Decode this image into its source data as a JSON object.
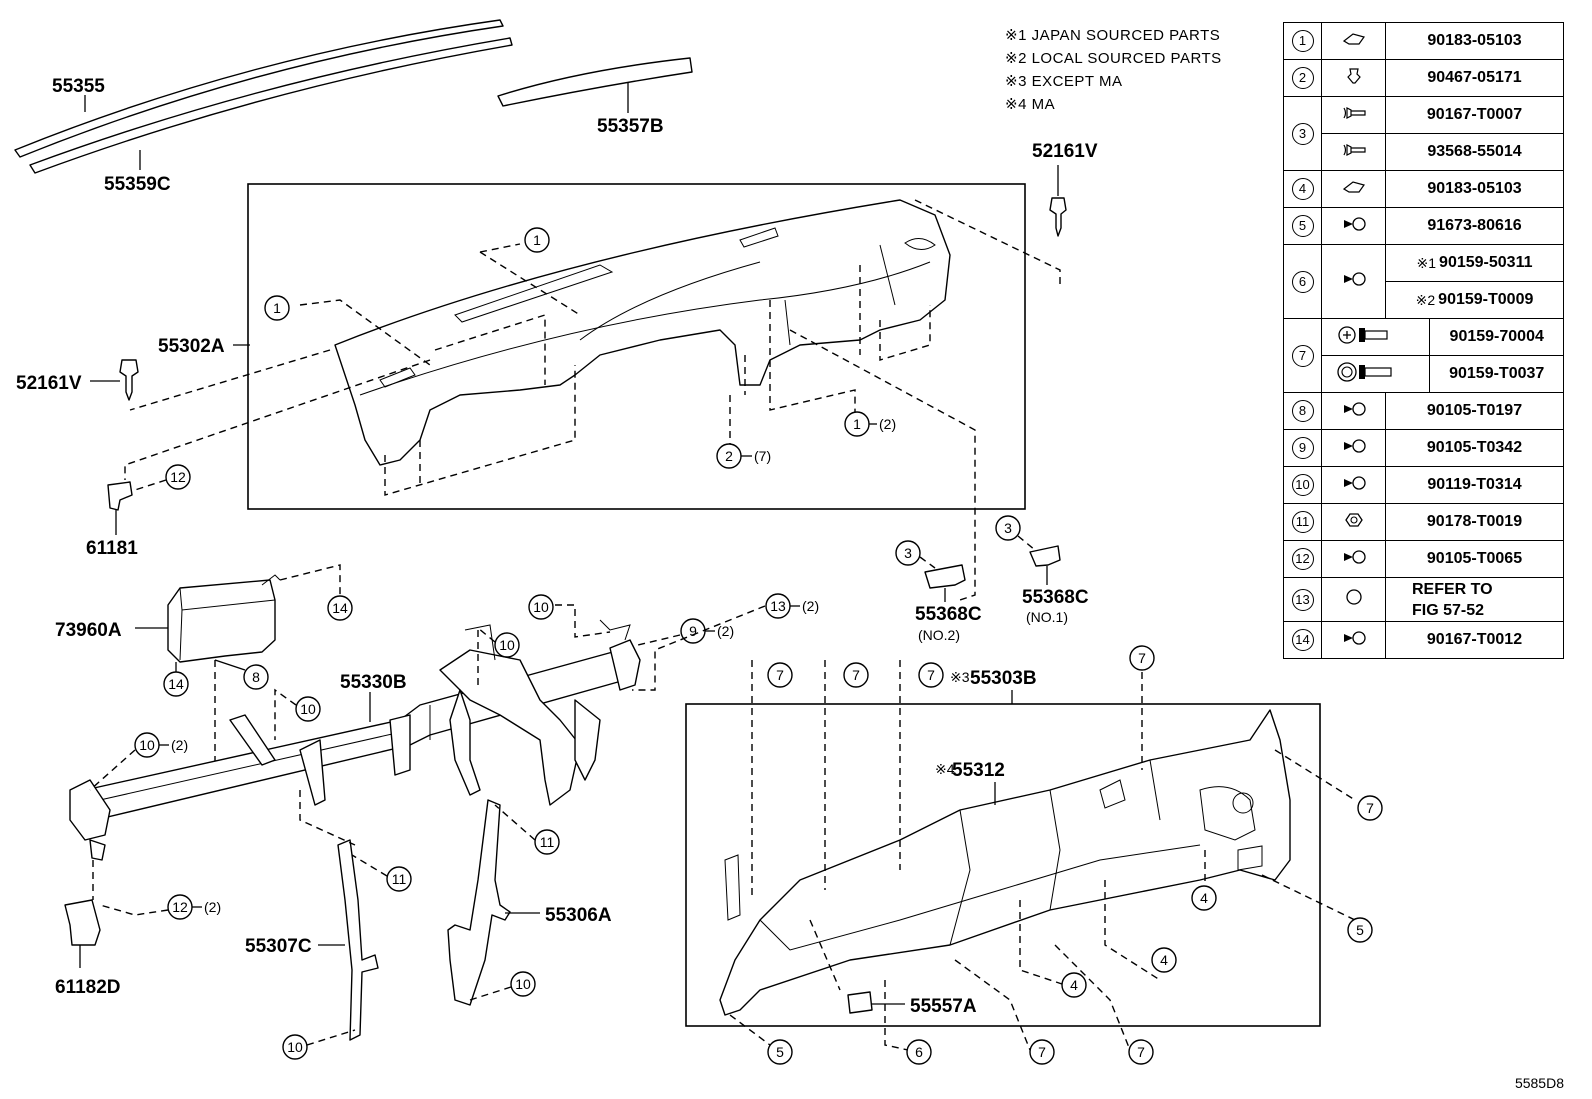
{
  "notes": [
    "※1  JAPAN SOURCED PARTS",
    "※2  LOCAL SOURCED PARTS",
    "※3  EXCEPT MA",
    "※4  MA"
  ],
  "labels": {
    "p55355": "55355",
    "p55359C": "55359C",
    "p55357B": "55357B",
    "p52161V_right": "52161V",
    "p52161V_left": "52161V",
    "p55302A": "55302A",
    "p61181": "61181",
    "p55368C_no2": "55368C",
    "p55368C_no2_sub": "(NO.2)",
    "p55368C_no1": "55368C",
    "p55368C_no1_sub": "(NO.1)",
    "p73960A": "73960A",
    "p55330B": "55330B",
    "p55303B": "55303B",
    "p55303B_mark": "※3",
    "p55312": "55312",
    "p55312_mark": "※4",
    "p55306A": "55306A",
    "p55307C": "55307C",
    "p61182D": "61182D",
    "p55557A": "55557A"
  },
  "callouts": {
    "one": "1",
    "two": "2",
    "three": "3",
    "four": "4",
    "five": "5",
    "six": "6",
    "seven": "7",
    "eight": "8",
    "nine": "9",
    "ten": "10",
    "eleven": "11",
    "twelve": "12",
    "thirteen": "13",
    "fourteen": "14",
    "q2": "(2)",
    "q7": "(7)"
  },
  "table": {
    "r1": {
      "no": "1",
      "icon": "clip-nut-icon",
      "pn": "90183-05103"
    },
    "r2": {
      "no": "2",
      "icon": "push-clip-icon",
      "pn": "90467-05171"
    },
    "r3a": {
      "no": "3",
      "icon": "screw-grommet-icon",
      "pn": "90167-T0007"
    },
    "r3b": {
      "icon": "screw-grommet-icon",
      "pn": "93568-55014"
    },
    "r4": {
      "no": "4",
      "icon": "clip-nut-icon",
      "pn": "90183-05103"
    },
    "r5": {
      "no": "5",
      "icon": "flange-bolt-icon",
      "pn": "91673-80616"
    },
    "r6a": {
      "no": "6",
      "icon": "flange-bolt-icon",
      "mark": "※1",
      "pn": "90159-50311"
    },
    "r6b": {
      "mark": "※2",
      "pn": "90159-T0009"
    },
    "r7a": {
      "no": "7",
      "icon": "washer-screw-icon",
      "pn": "90159-70004"
    },
    "r7b": {
      "icon": "washer-screw-icon",
      "pn": "90159-T0037"
    },
    "r8": {
      "no": "8",
      "icon": "flange-bolt-icon",
      "pn": "90105-T0197"
    },
    "r9": {
      "no": "9",
      "icon": "flange-bolt-icon",
      "pn": "90105-T0342"
    },
    "r10": {
      "no": "10",
      "icon": "flange-bolt-icon",
      "pn": "90119-T0314"
    },
    "r11": {
      "no": "11",
      "icon": "hex-nut-icon",
      "pn": "90178-T0019"
    },
    "r12": {
      "no": "12",
      "icon": "flange-bolt-icon",
      "pn": "90105-T0065"
    },
    "r13": {
      "no": "13",
      "icon": "grommet-icon",
      "pn_line1": "REFER TO",
      "pn_line2": "FIG 57-52"
    },
    "r14": {
      "no": "14",
      "icon": "flange-bolt-icon",
      "pn": "90167-T0012"
    }
  },
  "figure_code": "5585D8"
}
